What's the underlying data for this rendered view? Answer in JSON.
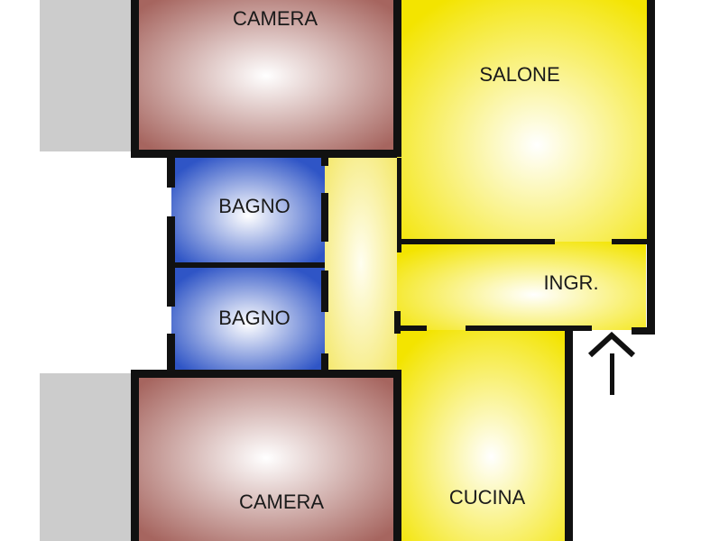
{
  "rooms": {
    "camera_top": {
      "label": "CAMERA",
      "color": "#a6655f"
    },
    "salone": {
      "label": "SALONE",
      "color": "#f3e400"
    },
    "bagno_1": {
      "label": "BAGNO",
      "color": "#2f55c6"
    },
    "bagno_2": {
      "label": "BAGNO",
      "color": "#2f55c6"
    },
    "ingresso": {
      "label": "INGR.",
      "color": "#f3e400"
    },
    "camera_bottom": {
      "label": "CAMERA",
      "color": "#a6655f"
    },
    "cucina": {
      "label": "CUCINA",
      "color": "#f3e400"
    },
    "disimpegno": {
      "label": "",
      "color": "#f4e766"
    }
  },
  "entrance_marker": {
    "icon": "arrow-up-icon"
  },
  "colors": {
    "wall": "#111111",
    "exterior_gray": "#cccccc"
  }
}
